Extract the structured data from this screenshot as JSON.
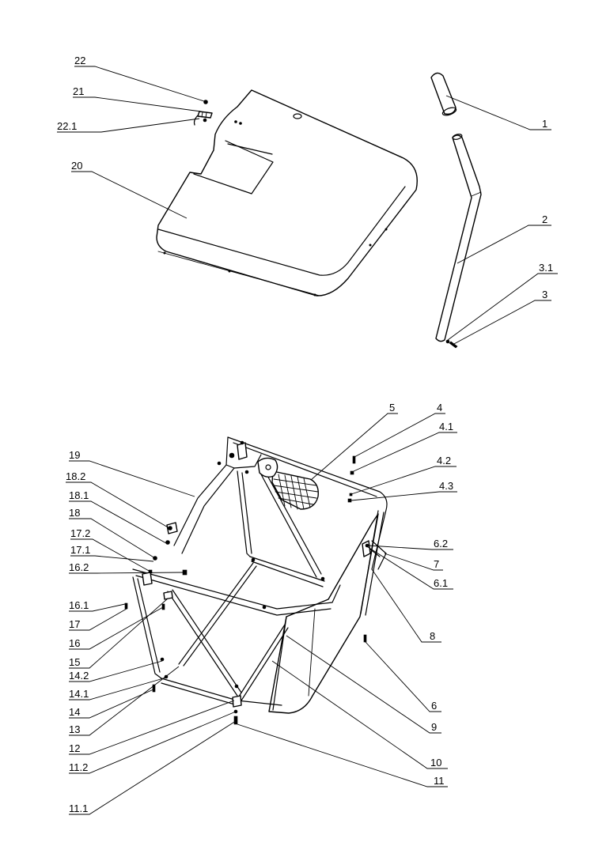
{
  "callouts": [
    {
      "id": "c22",
      "text": "22"
    },
    {
      "id": "c21",
      "text": "21"
    },
    {
      "id": "c22_1",
      "text": "22.1"
    },
    {
      "id": "c20",
      "text": "20"
    },
    {
      "id": "c1",
      "text": "1"
    },
    {
      "id": "c2",
      "text": "2"
    },
    {
      "id": "c3_1",
      "text": "3.1"
    },
    {
      "id": "c3",
      "text": "3"
    },
    {
      "id": "c5",
      "text": "5"
    },
    {
      "id": "c4",
      "text": "4"
    },
    {
      "id": "c4_1",
      "text": "4.1"
    },
    {
      "id": "c4_2",
      "text": "4.2"
    },
    {
      "id": "c4_3",
      "text": "4.3"
    },
    {
      "id": "c19",
      "text": "19"
    },
    {
      "id": "c18_2",
      "text": "18.2"
    },
    {
      "id": "c18_1",
      "text": "18.1"
    },
    {
      "id": "c18",
      "text": "18"
    },
    {
      "id": "c17_2",
      "text": "17.2"
    },
    {
      "id": "c17_1",
      "text": "17.1"
    },
    {
      "id": "c16_2",
      "text": "16.2"
    },
    {
      "id": "c16_1",
      "text": "16.1"
    },
    {
      "id": "c17",
      "text": "17"
    },
    {
      "id": "c16",
      "text": "16"
    },
    {
      "id": "c15",
      "text": "15"
    },
    {
      "id": "c14_2",
      "text": "14.2"
    },
    {
      "id": "c14_1",
      "text": "14.1"
    },
    {
      "id": "c14",
      "text": "14"
    },
    {
      "id": "c13",
      "text": "13"
    },
    {
      "id": "c12",
      "text": "12"
    },
    {
      "id": "c11_2",
      "text": "11.2"
    },
    {
      "id": "c11_1",
      "text": "11.1"
    },
    {
      "id": "c6_2",
      "text": "6.2"
    },
    {
      "id": "c7",
      "text": "7"
    },
    {
      "id": "c6_1",
      "text": "6.1"
    },
    {
      "id": "c8",
      "text": "8"
    },
    {
      "id": "c6",
      "text": "6"
    },
    {
      "id": "c9",
      "text": "9"
    },
    {
      "id": "c10",
      "text": "10"
    },
    {
      "id": "c11",
      "text": "11"
    }
  ]
}
